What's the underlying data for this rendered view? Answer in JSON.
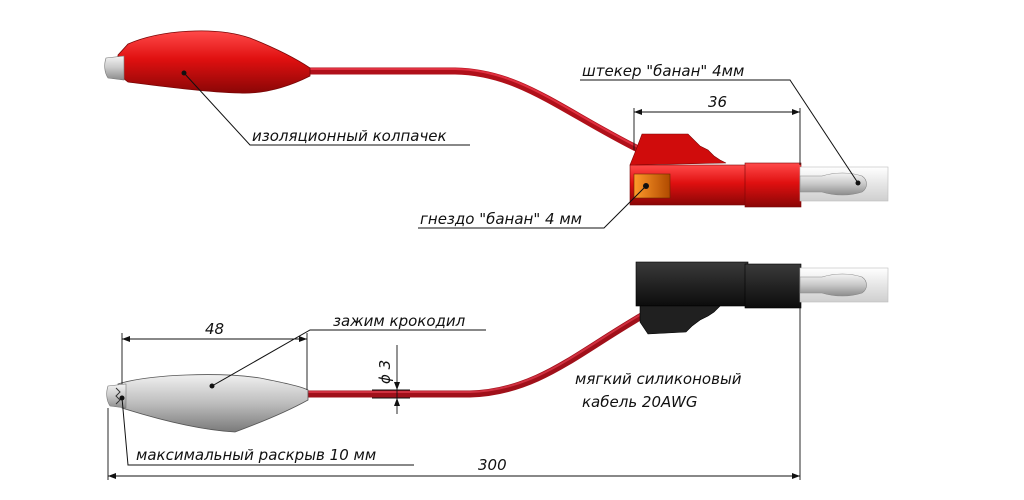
{
  "labels": {
    "insulation_cap": "изоляционный колпачек",
    "banana_plug": "штекер \"банан\" 4мм",
    "banana_socket": "гнездо \"банан\" 4 мм",
    "alligator_clip": "зажим крокодил",
    "cable_line1": "мягкий силиконовый",
    "cable_line2": "кабель 20AWG",
    "max_opening": "максимальный раскрыв 10 мм"
  },
  "dimensions": {
    "plug_length": "36",
    "clip_length": "48",
    "cable_diameter": "ϕ 3",
    "total_length": "300"
  },
  "colors": {
    "red": "#e01010",
    "red_dark": "#a00808",
    "cable_red": "#b0101a",
    "cable_dark": "#7a0a10",
    "black": "#1a1a1a",
    "metal": "#d0d0d0",
    "grey": "#e4e4e4"
  }
}
